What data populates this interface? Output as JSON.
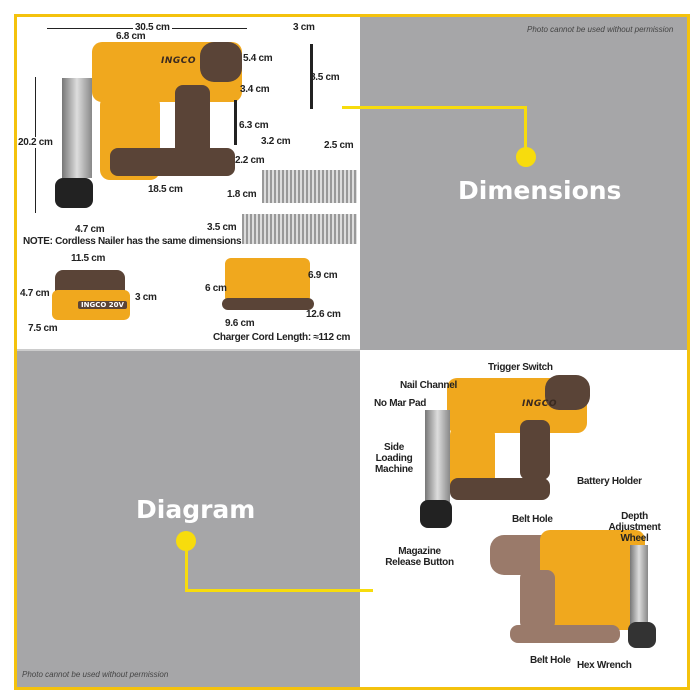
{
  "watermark": "Photo cannot be used without permission",
  "dimensions_panel": {
    "title": "Dimensions",
    "nailer": {
      "length": "30.5 cm",
      "top_width": "6.8 cm",
      "rear_height": "5.4 cm",
      "height": "20.2 cm",
      "base_height": "2.2 cm",
      "base_length": "18.5 cm",
      "nose_width": "4.7 cm"
    },
    "wrench_large": {
      "width": "3 cm",
      "height": "8.5 cm"
    },
    "wrench_small": {
      "width": "3.4 cm",
      "height": "6.3 cm"
    },
    "key": {
      "height": "3.2 cm"
    },
    "pin": {
      "height": "2.5 cm"
    },
    "staples": {
      "height": "1.8 cm"
    },
    "nails": {
      "height": "3.5 cm"
    },
    "note": "NOTE: Cordless Nailer has the same dimensions",
    "battery": {
      "length": "11.5 cm",
      "height": "4.7 cm",
      "side_height": "3 cm",
      "depth": "7.5 cm",
      "brand": "INGCO 20V"
    },
    "charger": {
      "height": "6 cm",
      "rear_height": "6.9 cm",
      "width": "9.6 cm",
      "depth": "12.6 cm",
      "cord": "Charger Cord Length: ≈112 cm"
    }
  },
  "diagram_panel": {
    "title": "Diagram",
    "labels": {
      "trigger": "Trigger Switch",
      "nail_channel": "Nail Channel",
      "no_mar": "No Mar Pad",
      "side_loading": "Side Loading Machine",
      "battery_holder": "Battery Holder",
      "belt_hole_1": "Belt Hole",
      "magazine": "Magazine Release Button",
      "depth": "Depth Adjustment Wheel",
      "belt_hole_2": "Belt Hole",
      "hex": "Hex Wrench"
    }
  },
  "brand": "INGCO",
  "colors": {
    "frame": "#f4c20d",
    "accent": "#f7dc0d",
    "panel_gray": "#a6a6a8",
    "tool_orange": "#f0a81e",
    "tool_brown": "#5a4437"
  }
}
